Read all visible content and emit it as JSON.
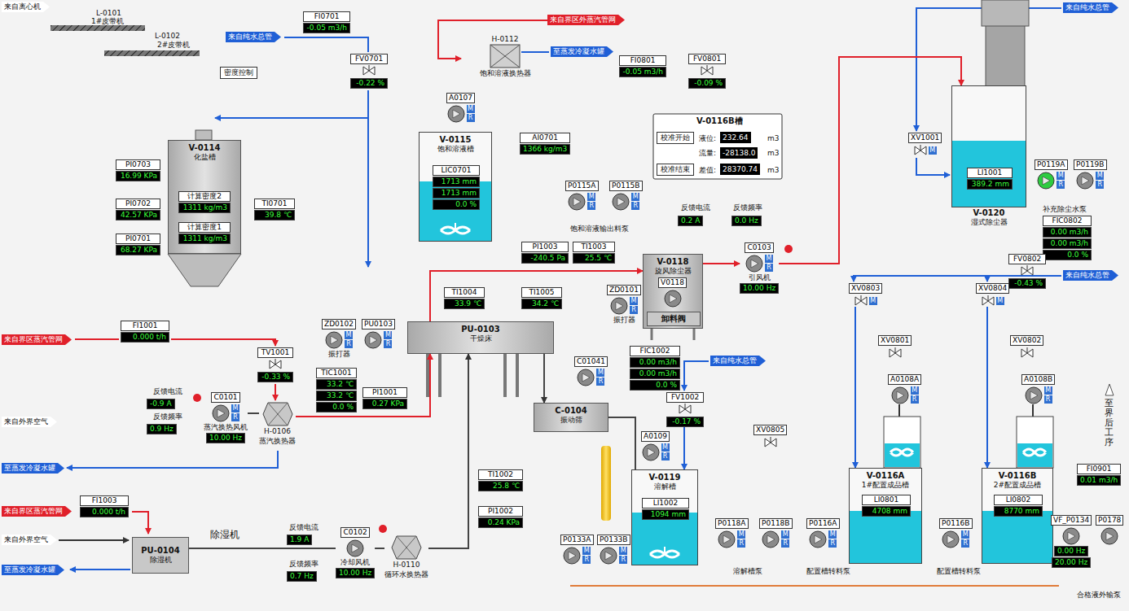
{
  "diagram": {
    "nodes": [
      {
        "text": [
          "FI0701",
          "-0.05 m3/h"
        ]
      },
      {
        "text": [
          "FV0701",
          "-0.22 %"
        ]
      },
      {
        "text": [
          "H-0112",
          "饱和溶液换热器"
        ]
      },
      {
        "text": [
          "FI0801",
          "-0.05 m3/h"
        ]
      },
      {
        "text": [
          "FV0801",
          "-0.09 %"
        ]
      },
      {
        "text": [
          "A0107",
          "M",
          "R"
        ]
      },
      {
        "text": [
          "V-0115",
          "饱和溶液槽"
        ]
      },
      {
        "text": [
          "LIC0701",
          "1713 mm",
          "1713 mm",
          "0.0 %"
        ],
        "in": 6
      },
      {
        "text": [
          "AI0701",
          "1366 kg/m3"
        ]
      },
      {
        "text": [
          "V-0114",
          "化盐槽"
        ]
      },
      {
        "text": [
          "计算密度2",
          "1311 kg/m3"
        ],
        "in": 9
      },
      {
        "text": [
          "计算密度1",
          "1311 kg/m3"
        ],
        "in": 9
      },
      {
        "text": [
          "PI0703",
          "16.99 KPa"
        ]
      },
      {
        "text": [
          "PI0702",
          "42.57 KPa"
        ]
      },
      {
        "text": [
          "PI0701",
          "68.27 KPa"
        ]
      },
      {
        "text": [
          "TI0701",
          "39.8 ℃"
        ]
      },
      {
        "text": [
          "P0115A",
          "M",
          "R"
        ]
      },
      {
        "text": [
          "P0115B",
          "M",
          "R"
        ]
      },
      {
        "text": [
          "PI1003",
          "-240.5 Pa"
        ]
      },
      {
        "text": [
          "TI1003",
          "25.5 ℃"
        ]
      },
      {
        "text": [
          "V-0118",
          "旋风除尘器"
        ]
      },
      {
        "text": [
          "V0118"
        ],
        "in": 20
      },
      {
        "text": [
          "卸料阀"
        ],
        "in": 20
      },
      {
        "text": [
          "ZD0101",
          "M",
          "R",
          "振打器"
        ]
      },
      {
        "text": [
          "C0103",
          "M",
          "R",
          "引风机",
          "10.00 Hz"
        ]
      },
      {
        "text": [
          "TI1004",
          "33.9 ℃"
        ]
      },
      {
        "text": [
          "TI1005",
          "34.2 ℃"
        ]
      },
      {
        "text": [
          "PU-0103",
          "干燥床"
        ]
      },
      {
        "text": [
          "ZD0102",
          "M",
          "R",
          "振打器"
        ]
      },
      {
        "text": [
          "PU0103",
          "M",
          "R"
        ]
      },
      {
        "text": [
          "FI1001",
          "0.000 t/h"
        ]
      },
      {
        "text": [
          "TV1001",
          "-0.33 %"
        ]
      },
      {
        "text": [
          "TIC1001",
          "33.2 ℃",
          "33.2 ℃",
          "0.0 %"
        ]
      },
      {
        "text": [
          "C0101",
          "M",
          "R",
          "蒸汽换热风机",
          "10.00 Hz"
        ]
      },
      {
        "text": [
          "H-0106",
          "蒸汽换热器"
        ]
      },
      {
        "text": [
          "PI1001",
          "0.27 KPa"
        ]
      },
      {
        "text": [
          "C-0104",
          "振动筛"
        ]
      },
      {
        "text": [
          "C01041",
          "M",
          "R"
        ]
      },
      {
        "text": [
          "FIC1002",
          "0.00 m3/h",
          "0.00 m3/h",
          "0.0 %"
        ]
      },
      {
        "text": [
          "FV1002",
          "-0.17 %"
        ]
      },
      {
        "text": [
          "A0109",
          "M",
          "R"
        ]
      },
      {
        "text": [
          "V-0119",
          "溶解槽"
        ]
      },
      {
        "text": [
          "LI1002",
          "1094 mm"
        ],
        "in": 41
      },
      {
        "text": [
          "XV0805"
        ]
      },
      {
        "text": [
          "FI1003",
          "0.000 t/h"
        ]
      },
      {
        "text": [
          "PU-0104",
          "除湿机"
        ]
      },
      {
        "text": [
          "C0102",
          "冷却风机",
          "10.00 Hz"
        ]
      },
      {
        "text": [
          "H-0110",
          "循环水换热器"
        ]
      },
      {
        "text": [
          "TI1002",
          "25.8 ℃"
        ]
      },
      {
        "text": [
          "PI1002",
          "0.24 KPa"
        ]
      },
      {
        "text": [
          "P0133A",
          "M",
          "R"
        ]
      },
      {
        "text": [
          "P0133B",
          "M",
          "R"
        ]
      },
      {
        "text": [
          "P0118A",
          "M",
          "R"
        ]
      },
      {
        "text": [
          "P0118B",
          "M",
          "R"
        ]
      },
      {
        "text": [
          "P0116A",
          "M",
          "R"
        ]
      },
      {
        "text": [
          "P0116B",
          "M",
          "R"
        ]
      },
      {
        "text": [
          "V-0120",
          "湿式除尘器"
        ]
      },
      {
        "text": [
          "LI1001",
          "389.2 mm"
        ],
        "in": 56
      },
      {
        "text": [
          "XV1001",
          "M"
        ]
      },
      {
        "text": [
          "P0119A",
          "M",
          "R"
        ]
      },
      {
        "text": [
          "P0119B",
          "M",
          "R"
        ]
      },
      {
        "text": [
          "FIC0802",
          "0.00 m3/h",
          "0.00 m3/h",
          "0.0 %"
        ]
      },
      {
        "text": [
          "FV0802",
          "-0.43 %"
        ]
      },
      {
        "text": [
          "XV0803",
          "M"
        ]
      },
      {
        "text": [
          "XV0804",
          "M"
        ]
      },
      {
        "text": [
          "XV0801"
        ]
      },
      {
        "text": [
          "XV0802"
        ]
      },
      {
        "text": [
          "A0108A",
          "M",
          "R"
        ]
      },
      {
        "text": [
          "A0108B",
          "M",
          "R"
        ]
      },
      {
        "text": [
          "V-0116A",
          "1#配置成品槽"
        ]
      },
      {
        "text": [
          "LI0801",
          "4708 mm"
        ],
        "in": 69
      },
      {
        "text": [
          "V-0116B",
          "2#配置成品槽"
        ]
      },
      {
        "text": [
          "LI0802",
          "8770 mm"
        ],
        "in": 71
      },
      {
        "text": [
          "FI0901",
          "0.01 m3/h"
        ]
      },
      {
        "text": [
          "VF_P0134",
          "0.00 Hz",
          "20.00 Hz"
        ]
      },
      {
        "text": [
          "P0178"
        ]
      }
    ],
    "edges": [
      {
        "from": 34,
        "to": 27,
        "arrow": "to"
      },
      {
        "from": 27,
        "to": 20,
        "arrow": "to"
      },
      {
        "from": 20,
        "to": 24,
        "arrow": "to"
      },
      {
        "from": 24,
        "to": 56,
        "arrow": "to"
      },
      {
        "from": 27,
        "to": 36,
        "arrow": "to"
      },
      {
        "from": 36,
        "to": 41,
        "arrow": "none"
      },
      {
        "from": 33,
        "to": 34,
        "arrow": "none"
      },
      {
        "from": 45,
        "to": 46,
        "arrow": "none"
      },
      {
        "from": 46,
        "to": 47,
        "arrow": "none"
      },
      {
        "from": 47,
        "to": 27,
        "arrow": "to"
      },
      {
        "from": 63,
        "to": 69,
        "arrow": "to"
      },
      {
        "from": 64,
        "to": 71,
        "arrow": "to"
      },
      {
        "from": 39,
        "to": 41,
        "arrow": "to"
      }
    ],
    "labels": [
      "来自离心机",
      "L-0101",
      "1#皮带机",
      "L-0102",
      "2#皮带机",
      "密度控制",
      "来自纯水总管",
      "来自界区外蒸汽管网",
      "至蒸发冷凝水罐",
      "V-0116B槽",
      "校准开始",
      "液位:",
      "232.64",
      "m3",
      "流量:",
      "-28138.0",
      "m3",
      "校准结束",
      "差值:",
      "28370.74",
      "m3",
      "饱和溶液输出料泵",
      "反馈电流",
      "反馈频率",
      "0.2 A",
      "0.0 Hz",
      "来自界区蒸汽管网",
      "反馈电流",
      "-0.9 A",
      "反馈频率",
      "0.9 Hz",
      "来自外界空气",
      "至蒸发冷凝水罐",
      "来自纯水总管",
      "来自界区蒸汽管网",
      "来自外界空气",
      "至蒸发冷凝水罐",
      "除湿机",
      "反馈电流",
      "1.9 A",
      "反馈频率",
      "0.7 Hz",
      "溶解槽泵",
      "配置槽转料泵",
      "配置槽转料泵",
      "来自纯水总管",
      "补充除尘水泵",
      "来自纯水总管",
      "至界后工序",
      "合格液外输泵"
    ]
  }
}
